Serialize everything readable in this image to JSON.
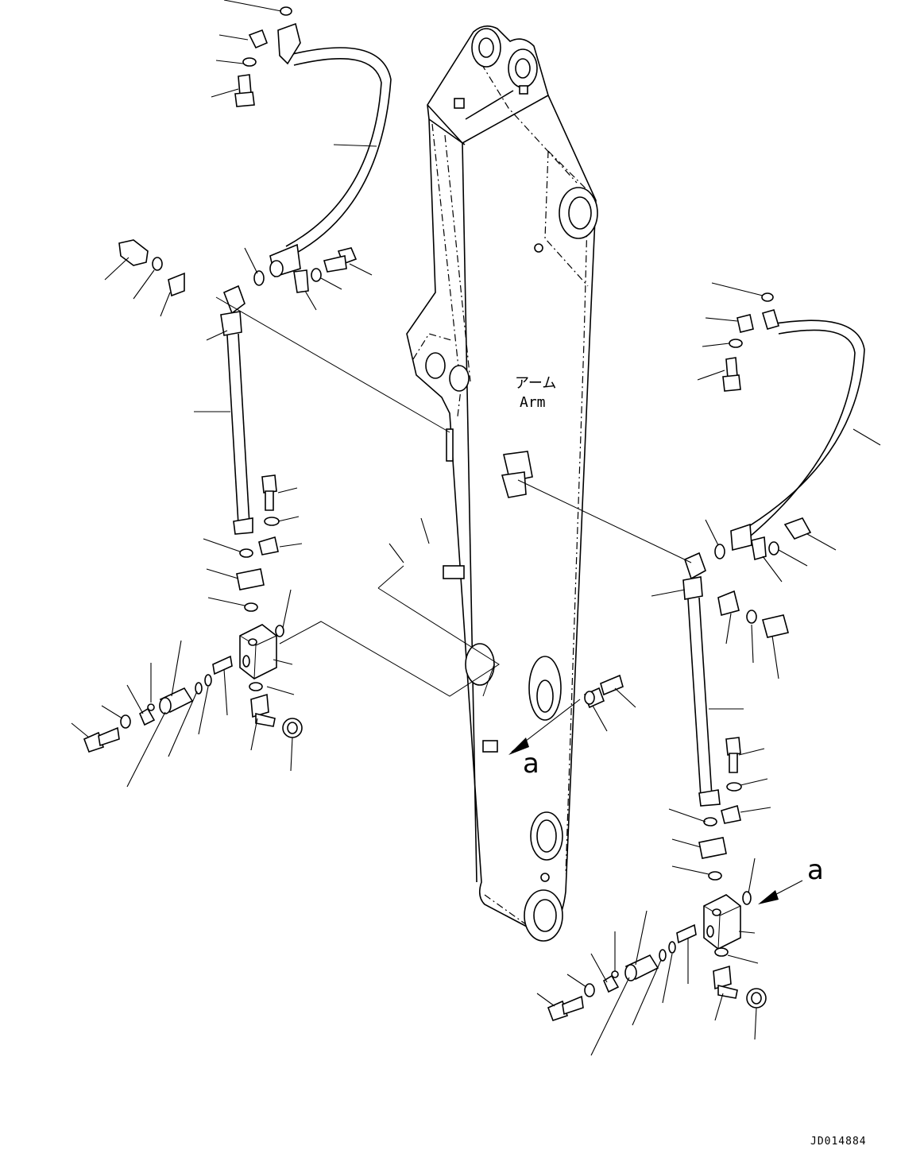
{
  "diagram": {
    "arm_label_jp": "アーム",
    "arm_label_en": "Arm",
    "view_marker_left": "a",
    "view_marker_right": "a",
    "figure_code": "JD014884"
  }
}
